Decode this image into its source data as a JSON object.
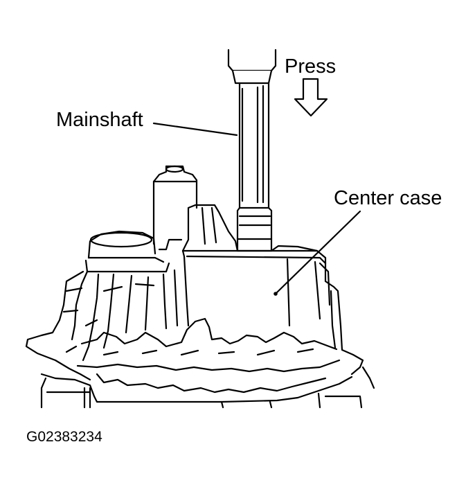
{
  "labels": {
    "press": "Press",
    "mainshaft": "Mainshaft",
    "center_case": "Center case"
  },
  "figure_code": "G02383234",
  "colors": {
    "line": "#000000",
    "background": "#ffffff"
  }
}
